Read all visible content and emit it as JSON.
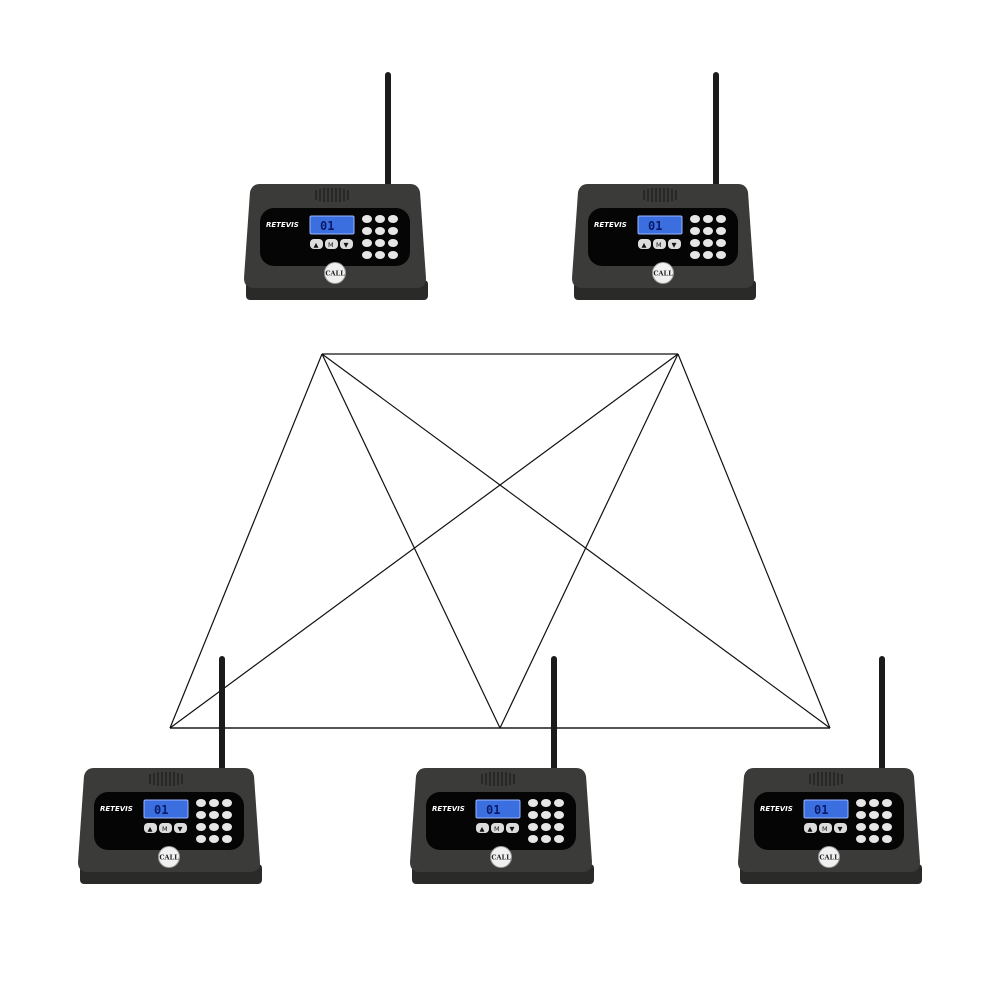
{
  "diagram": {
    "lines_color": "#111111",
    "device_body_color": "#3a3a38",
    "screen_color": "#3b6fe0",
    "connections": "every intercom connects to every other intercom"
  },
  "device": {
    "brand": "RETEVIS",
    "display": "01",
    "call_label": "CALL",
    "nav_up": "▲",
    "nav_menu": "M",
    "nav_down": "▼"
  },
  "units": [
    {
      "id": "unit-1"
    },
    {
      "id": "unit-2"
    },
    {
      "id": "unit-3"
    },
    {
      "id": "unit-4"
    },
    {
      "id": "unit-5"
    }
  ]
}
